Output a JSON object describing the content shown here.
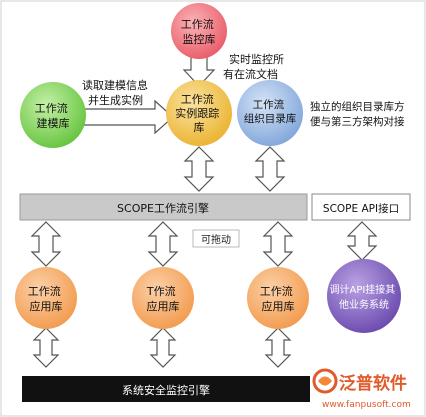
{
  "nodes": {
    "monitor_lib": [
      "工作流",
      "监控库"
    ],
    "model_lib": [
      "工作流",
      "建模库"
    ],
    "tracking_lib": [
      "工作流",
      "实例跟踪",
      "库"
    ],
    "org_lib": [
      "工作流",
      "组织目录库"
    ],
    "app_lib_1": [
      "工作流",
      "应用库"
    ],
    "app_lib_2": [
      "T作流",
      "应用库"
    ],
    "app_lib_3": [
      "工作流",
      "应用库"
    ],
    "api_bubble": [
      "调计API挂接其",
      "他业务系统"
    ]
  },
  "notes": {
    "realtime": [
      "实时监控所",
      "有在流文档"
    ],
    "read_model": [
      "读取建模信息",
      "并生成实例"
    ],
    "org_note": [
      "独立的组织目录库方",
      "便与第三方架构对接"
    ],
    "draggable": "可拖动"
  },
  "bars": {
    "engine": "SCOPE工作流引擎",
    "api": "SCOPE API接口",
    "security": "系统安全监控引擎"
  },
  "watermark": {
    "brand": "泛普软件",
    "url": "www.fanpusoft.com"
  },
  "colors": {
    "monitor": "#f06e79",
    "model": "#7ed35a",
    "tracking": "#f2c243",
    "org": "#8fb2e0",
    "app": "#f7a55a",
    "api": "#7b5bb8",
    "engine_bar": "#c8c8c8",
    "security_bar": "#111111",
    "brand": "#e05a2a"
  }
}
